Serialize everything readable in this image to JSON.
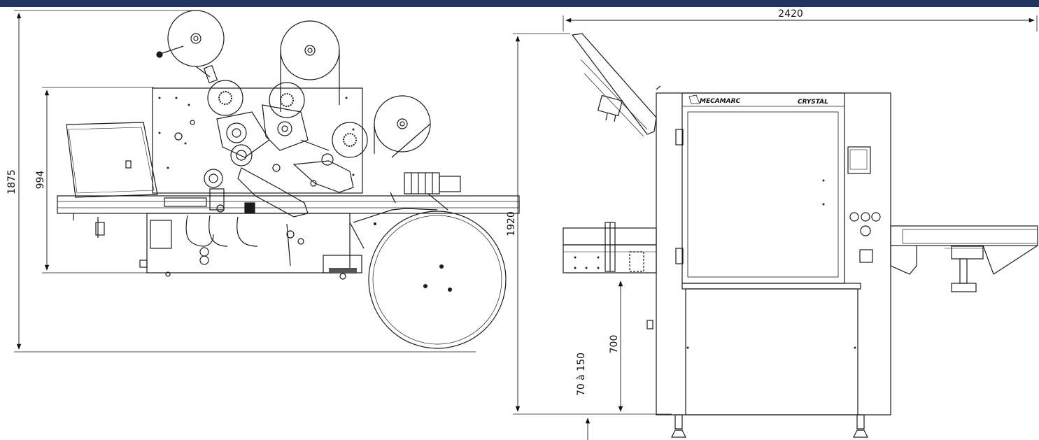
{
  "header": {
    "bar_color": "#1f3461"
  },
  "dimensions": {
    "top_view_height": "1875",
    "top_view_frame_height": "994",
    "front_view_width": "2420",
    "front_view_height": "1920",
    "table_height": "700",
    "feet_adjustment": "70 à 150"
  },
  "machine_panel": {
    "brand_logo": "MECAMARC",
    "model_name": "CRYSTAL"
  }
}
